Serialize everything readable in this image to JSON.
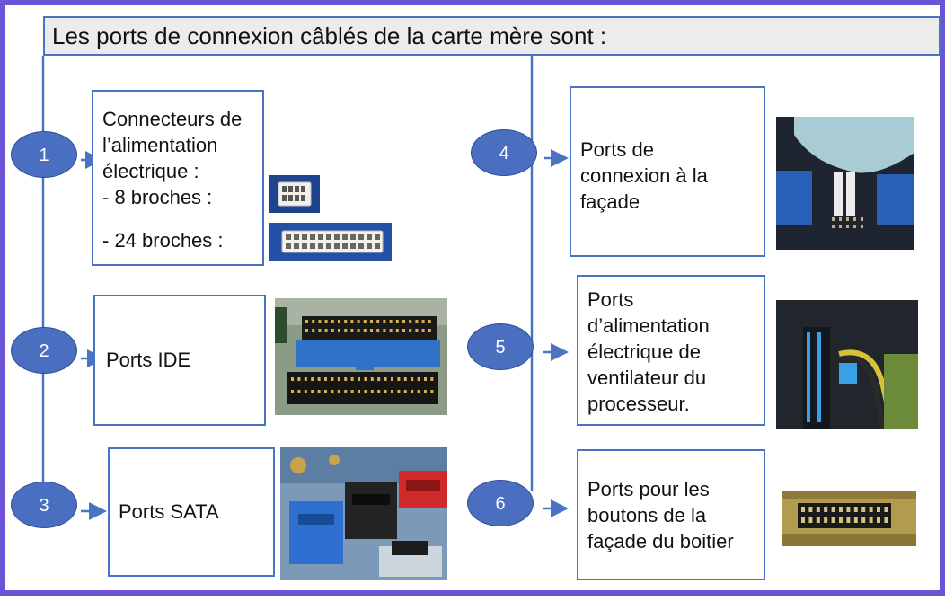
{
  "title": "Les ports de connexion câblés de la carte mère sont :",
  "colors": {
    "frame": "#6b55d6",
    "line": "#4a73c4",
    "circle": "#4a6fc0",
    "title_bg": "#ececec"
  },
  "items": [
    {
      "number": "1",
      "lines": [
        "Connecteurs de",
        "l’alimentation",
        "électrique  :",
        "- 8 broches :",
        "- 24 broches :"
      ]
    },
    {
      "number": "2",
      "lines": [
        "Ports IDE"
      ]
    },
    {
      "number": "3",
      "lines": [
        "Ports SATA"
      ]
    },
    {
      "number": "4",
      "lines": [
        "Ports de",
        "connexion à la",
        "façade"
      ]
    },
    {
      "number": "5",
      "lines": [
        "Ports",
        "d’alimentation",
        "électrique de",
        "ventilateur du",
        "processeur."
      ]
    },
    {
      "number": "6",
      "lines": [
        "Ports pour les",
        "boutons de la",
        "façade du boitier"
      ]
    }
  ],
  "photos": [
    {
      "name": "8-pin-connector-photo",
      "icon": "power-connector-8pin"
    },
    {
      "name": "24-pin-connector-photo",
      "icon": "power-connector-24pin"
    },
    {
      "name": "ide-ports-photo",
      "icon": "ide-connector"
    },
    {
      "name": "sata-ports-photo",
      "icon": "sata-connector"
    },
    {
      "name": "front-panel-ports-photo",
      "icon": "front-panel-header"
    },
    {
      "name": "fan-power-port-photo",
      "icon": "fan-header"
    },
    {
      "name": "case-buttons-header-photo",
      "icon": "pin-header"
    }
  ]
}
